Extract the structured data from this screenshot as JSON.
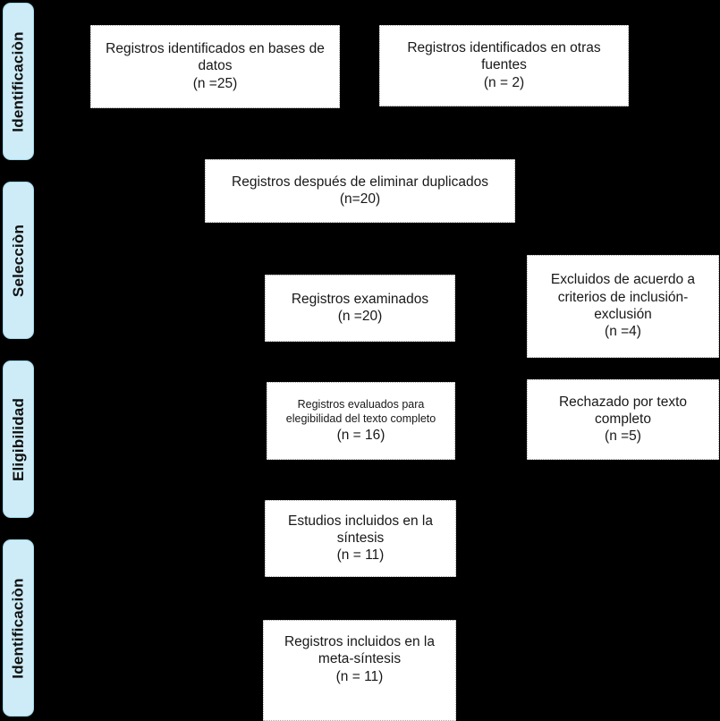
{
  "diagram": {
    "title": "PRISMA flow diagram",
    "background_color": "#000000",
    "box_fill_color": "#ffffff",
    "box_border_color": "#a8a8a8",
    "stage_tab_color": "#cdecf7",
    "text_color": "#181818"
  },
  "stages": [
    {
      "label": "Identificaciòn"
    },
    {
      "label": "Selecciòn"
    },
    {
      "label": "Eligibilidad"
    },
    {
      "label": "Identificaciòn"
    }
  ],
  "boxes": [
    {
      "name": "records-identified-databases",
      "body": "Registros identificados en bases de datos",
      "count": "(n =25)"
    },
    {
      "name": "records-identified-other-sources",
      "body": "Registros identificados en otras fuentes",
      "count": "(n = 2)"
    },
    {
      "name": "records-after-duplicates-removed",
      "body": "Registros después de eliminar duplicados",
      "count": "(n=20)"
    },
    {
      "name": "records-screened",
      "body": "Registros examinados",
      "count": "(n =20)"
    },
    {
      "name": "records-excluded-criteria",
      "body": "Excluidos de acuerdo a criterios de inclusión-exclusión",
      "count": "(n =4)"
    },
    {
      "name": "full-text-assessed-eligibility",
      "body": "Registros evaluados para elegibilidad del texto completo",
      "count": "(n = 16)"
    },
    {
      "name": "rejected-full-text",
      "body": "Rechazado por texto completo",
      "count": "(n =5)"
    },
    {
      "name": "studies-included-synthesis",
      "body": "Estudios incluidos en la síntesis",
      "count": "(n = 11)"
    },
    {
      "name": "records-included-meta-synthesis",
      "body": "Registros incluidos en la meta-síntesis",
      "count": "(n = 11)"
    }
  ]
}
